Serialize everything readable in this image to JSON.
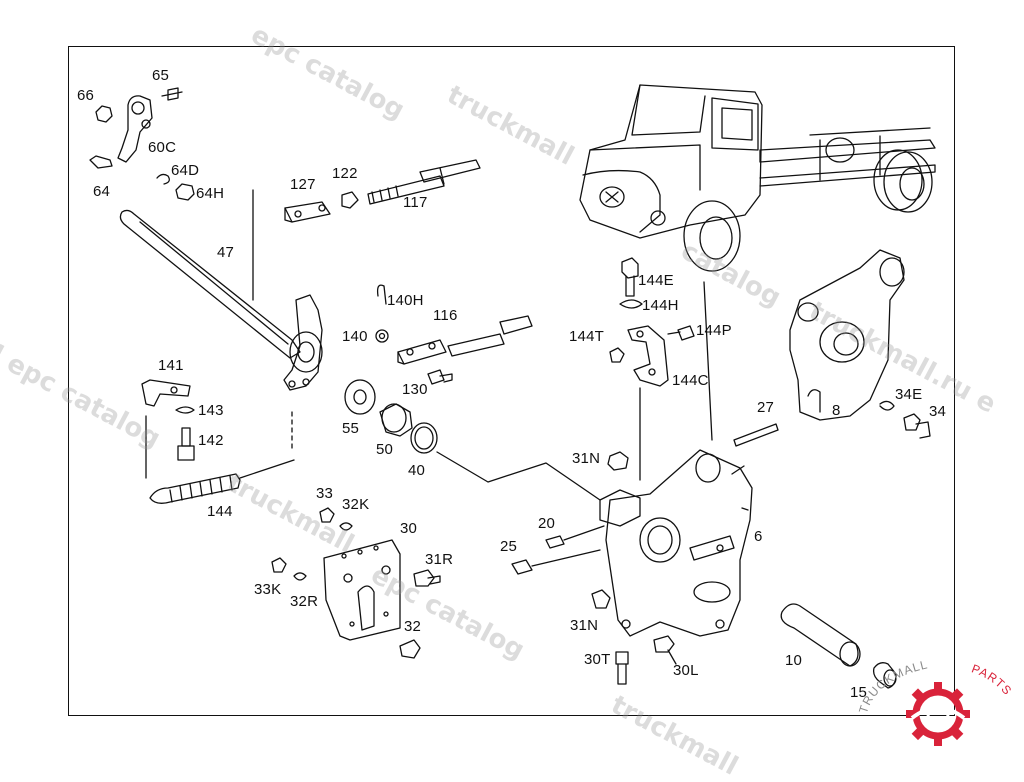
{
  "diagram": {
    "labels": {
      "p66": "66",
      "p65": "65",
      "p60c": "60C",
      "p64d": "64D",
      "p64h": "64H",
      "p64": "64",
      "p47": "47",
      "p127": "127",
      "p122": "122",
      "p117": "117",
      "p140h": "140H",
      "p140": "140",
      "p116": "116",
      "p130": "130",
      "p141": "141",
      "p143": "143",
      "p142": "142",
      "p144": "144",
      "p55": "55",
      "p50": "50",
      "p40": "40",
      "p33": "33",
      "p32k": "32K",
      "p30": "30",
      "p31r": "31R",
      "p33k": "33K",
      "p32r": "32R",
      "p32": "32",
      "p144e": "144E",
      "p144h": "144H",
      "p144t": "144T",
      "p144p": "144P",
      "p144c": "144C",
      "p8": "8",
      "p34e": "34E",
      "p34": "34",
      "p27": "27",
      "p31n_top": "31N",
      "p20": "20",
      "p25": "25",
      "p6": "6",
      "p31n_bot": "31N",
      "p30t": "30T",
      "p30l": "30L",
      "p10": "10",
      "p15": "15"
    }
  },
  "watermarks": [
    "epc catalog",
    "truckmall",
    "catalog",
    "truckmall.ru e",
    "l epc catalog",
    "truckmall",
    "epc catalog",
    "truckmall"
  ],
  "brand": {
    "name": "TRUCKMALLPARTS",
    "left_part": "TRUCKMALL",
    "right_part": "PARTS"
  },
  "colors": {
    "line": "#111111",
    "watermark": "#9a9a9a",
    "brand_red": "#d9233a",
    "brand_gray": "#8a8a8a"
  }
}
